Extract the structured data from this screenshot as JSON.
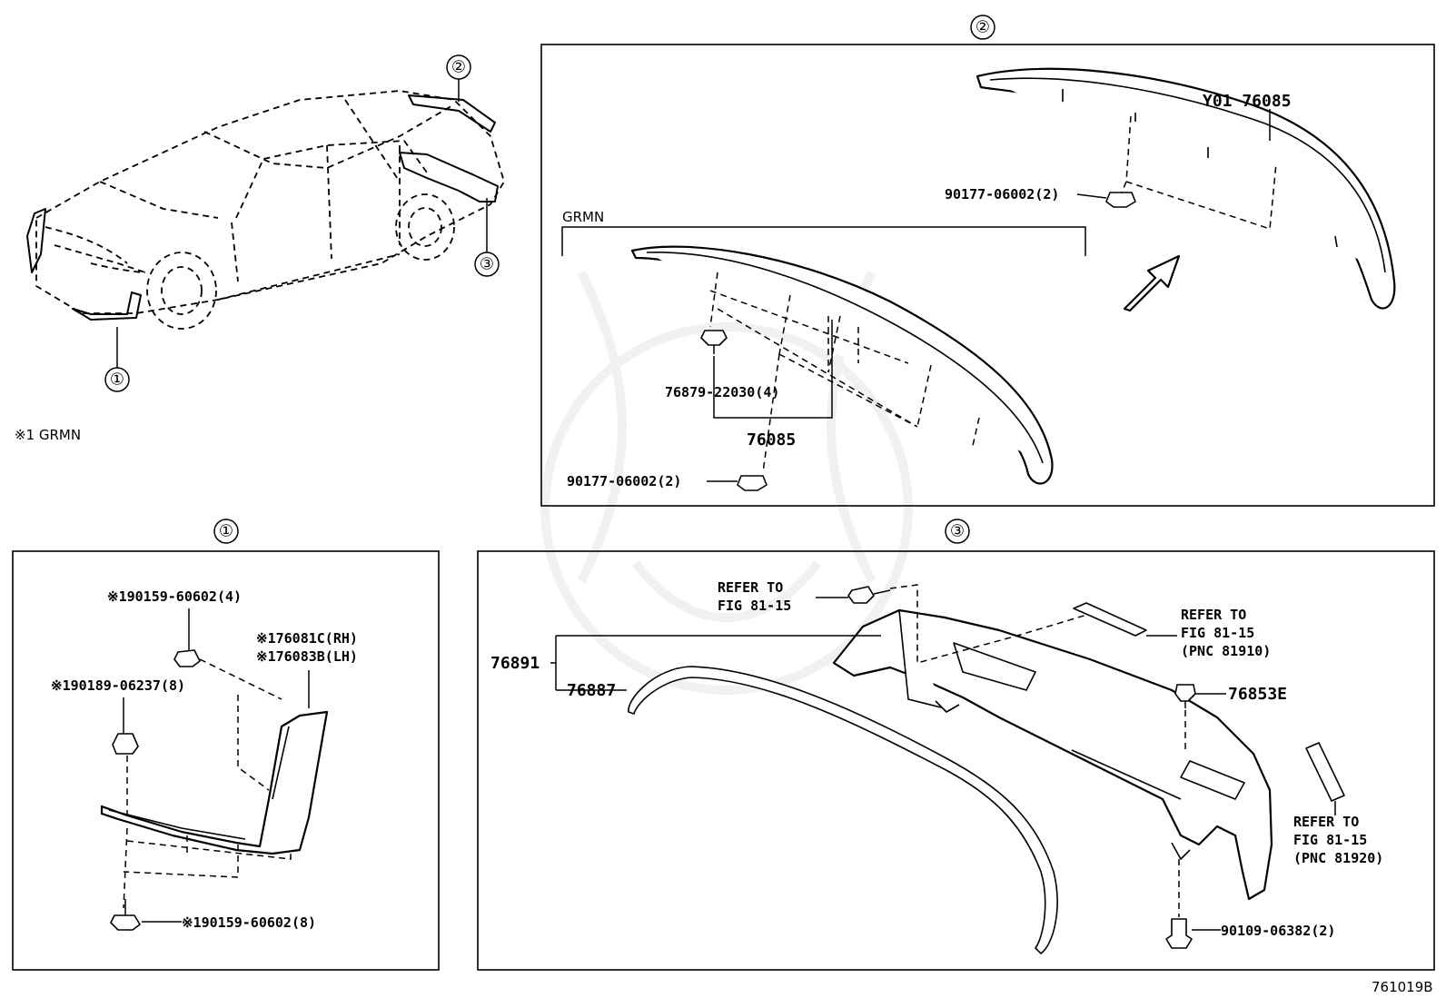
{
  "section_markers": {
    "one": "①",
    "two": "②",
    "three": "③"
  },
  "notes": {
    "grmn_note": "※1 GRMN"
  },
  "diagram_number": "761019B",
  "overview_callouts": {
    "front": "①",
    "spoiler": "②",
    "rear": "③"
  },
  "panel_two": {
    "grmn_bracket_label": "GRMN",
    "parts": {
      "spoiler_standard": "Y01 76085",
      "grommet_top": "90177-06002(2)",
      "clip": "76879-22030(4)",
      "spoiler_grmn": "76085",
      "grommet_bottom": "90177-06002(2)"
    }
  },
  "panel_one": {
    "parts": {
      "screw_top": "※190159-60602(4)",
      "lip_rh": "※176081C(RH)",
      "lip_lh": "※176083B(LH)",
      "nut": "※190189-06237(8)",
      "screw_bottom": "※190159-60602(8)"
    }
  },
  "panel_three": {
    "parts": {
      "assembly": "76891",
      "moulding": "76887",
      "refer_a_line1": "REFER TO",
      "refer_a_line2": "FIG 81-15",
      "refer_b_line1": "REFER TO",
      "refer_b_line2": "FIG 81-15",
      "refer_b_line3": "(PNC 81910)",
      "retainer": "76853E",
      "refer_c_line1": "REFER TO",
      "refer_c_line2": "FIG 81-15",
      "refer_c_line3": "(PNC 81920)",
      "bolt": "90109-06382(2)"
    }
  }
}
